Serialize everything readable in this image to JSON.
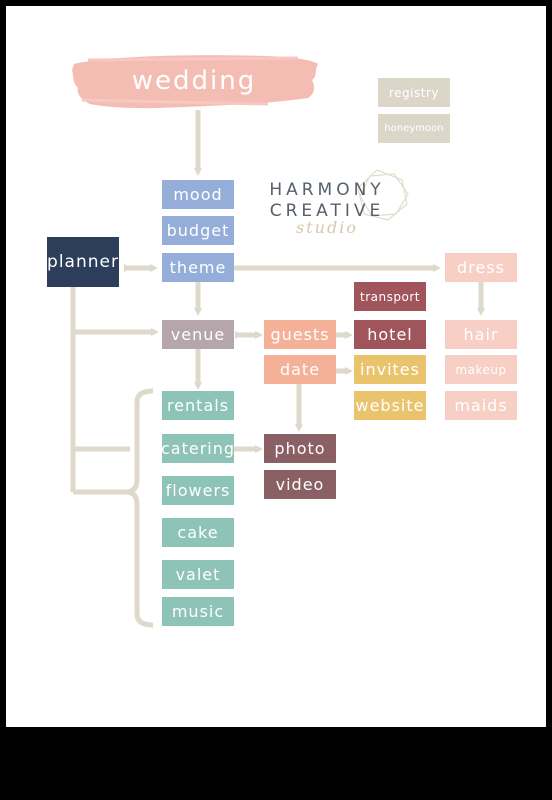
{
  "title": "wedding",
  "logo": {
    "line1": "HARMONY",
    "line2": "CREATIVE",
    "line3": "studio"
  },
  "colors": {
    "blue": "#94aed9",
    "navy": "#2d3e5a",
    "mauve": "#b5a6ab",
    "peach": "#f5b197",
    "wine": "#a0555b",
    "gold": "#e9c46d",
    "blush": "#f7cfc5",
    "teal": "#8ec3b8",
    "plum": "#8b6064",
    "beige": "#dcd6c8",
    "connector": "#dedacb",
    "brush": "#f3b6ac"
  },
  "nodes": {
    "registry": "registry",
    "honeymoon": "honeymoon",
    "mood": "mood",
    "budget": "budget",
    "theme": "theme",
    "planner": "planner",
    "dress": "dress",
    "transport": "transport",
    "venue": "venue",
    "guests": "guests",
    "hotel": "hotel",
    "hair": "hair",
    "date": "date",
    "invites": "invites",
    "makeup": "makeup",
    "website": "website",
    "maids": "maids",
    "rentals": "rentals",
    "catering": "catering",
    "photo": "photo",
    "flowers": "flowers",
    "video": "video",
    "cake": "cake",
    "valet": "valet",
    "music": "music"
  }
}
